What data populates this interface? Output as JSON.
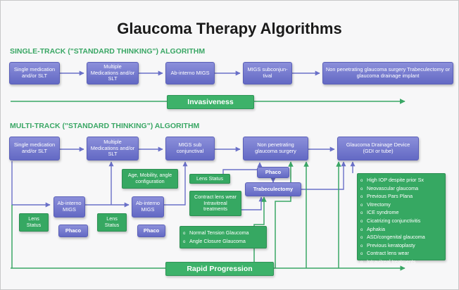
{
  "title": "Glaucoma Therapy Algorithms",
  "single_track": {
    "heading": "SINGLE-TRACK (\"STANDARD THINKING\") ALGORITHM",
    "steps": [
      "Single medication and/or SLT",
      "Multiple Medications and/or SLT",
      "Ab-interno MIGS",
      "MIGS subconjun-tival",
      "Non penetrating glaucoma surgery Trabeculectomy or glaucoma drainage implant"
    ],
    "axis_label": "Invasiveness"
  },
  "multi_track": {
    "heading": "MULTI-TRACK (\"STANDARD THINKING\") ALGORITHM",
    "top_steps": [
      "Single medication and/or SLT",
      "Multiple Medications and/or SLT",
      "MIGS sub conjunctival",
      "Non penetrating glaucoma surgery",
      "Glaucoma Drainage Device (GDI or tube)"
    ],
    "ab_interno_1": "Ab-interno MIGS",
    "ab_interno_2": "Ab-interno MIGS",
    "lens_status_1": "Lens Status",
    "lens_status_2": "Lens Status",
    "lens_status_3": "Lens Status",
    "phaco_1": "Phaco",
    "phaco_2": "Phaco",
    "phaco_3": "Phaco",
    "trabeculectomy": "Trabeculectomy",
    "age_mobility": "Age, Mobility, angle configuration",
    "contract_lens": "Contract lens wear Intravitreal treatments",
    "normal_tension_list": [
      "Normal Tension Glaucoma",
      "Angle Closure Glaucoma"
    ],
    "indications_list": [
      "High IOP despite prior Sx",
      "Neovascular glaucoma",
      "Previous Pars Plana",
      "Vitrectomy",
      "ICE syndrome",
      "Cicatrizing conjunctivitis",
      "Aphakia",
      "ASD/congenital glaucoma",
      "Previous keratoplasty",
      "Contract lens wear",
      "Intravitreal treatments"
    ],
    "axis_label": "Rapid Progression"
  },
  "colors": {
    "step_box": "#7076cc",
    "green_box": "#36a862",
    "arrow_blue": "#6a70c8",
    "arrow_green": "#3aa765",
    "heading_green": "#3aa765"
  }
}
